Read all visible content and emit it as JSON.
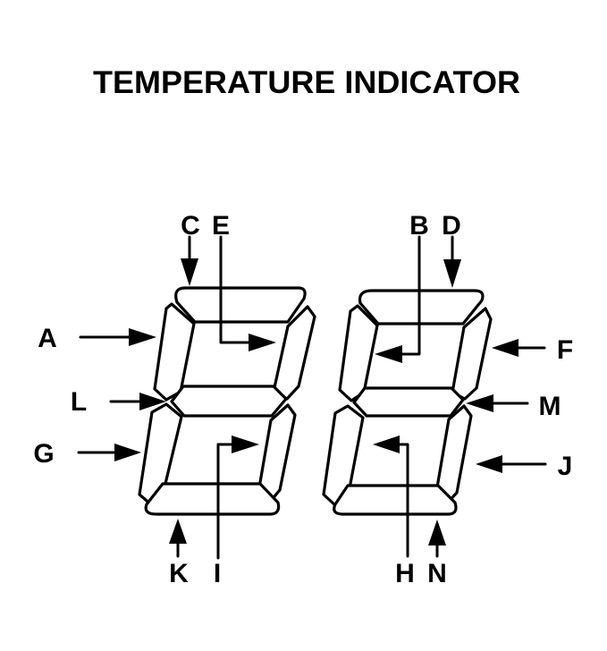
{
  "title": "TEMPERATURE INDICATOR",
  "callouts": {
    "A": "A",
    "B": "B",
    "C": "C",
    "D": "D",
    "E": "E",
    "F": "F",
    "G": "G",
    "H": "H",
    "I": "I",
    "J": "J",
    "K": "K",
    "L": "L",
    "M": "M",
    "N": "N"
  }
}
